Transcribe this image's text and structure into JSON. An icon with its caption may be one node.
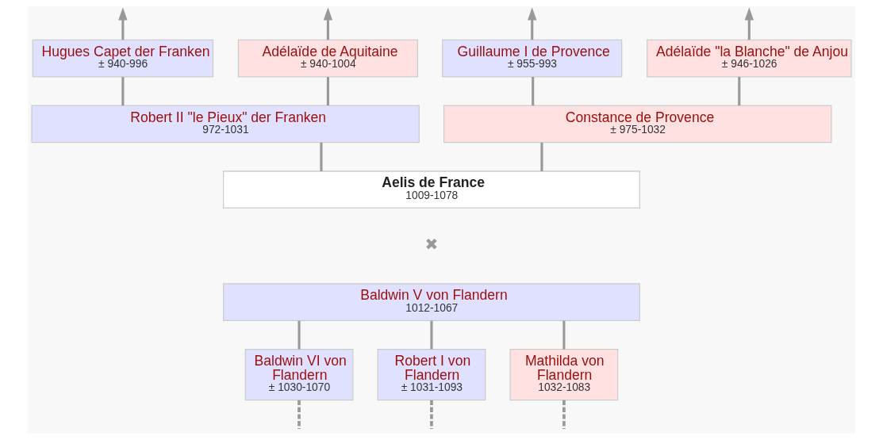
{
  "diagram": {
    "nodes": [
      {
        "text": [
          "Hugues Capet der Franken",
          "± 940-996"
        ]
      },
      {
        "text": [
          "Adélaïde de Aquitaine",
          "± 940-1004"
        ]
      },
      {
        "text": [
          "Guillaume I de Provence",
          "± 955-993"
        ]
      },
      {
        "text": [
          "Adélaïde \"la Blanche\" de Anjou",
          "± 946-1026"
        ]
      },
      {
        "text": [
          "Robert II \"le Pieux\" der Franken",
          "972-1031"
        ]
      },
      {
        "text": [
          "Constance de Provence",
          "± 975-1032"
        ]
      },
      {
        "text": [
          "Aelis de France",
          "1009-1078"
        ]
      },
      {
        "text": [
          "Baldwin V von Flandern",
          "1012-1067"
        ]
      },
      {
        "text": [
          "Baldwin VI von Flandern",
          "± 1030-1070"
        ]
      },
      {
        "text": [
          "Robert I von Flandern",
          "± 1031-1093"
        ]
      },
      {
        "text": [
          "Mathilda von Flandern",
          "1032-1083"
        ]
      }
    ],
    "edges": [
      {
        "from": 0,
        "to": null,
        "arrow": "to"
      },
      {
        "from": 1,
        "to": null,
        "arrow": "to"
      },
      {
        "from": 2,
        "to": null,
        "arrow": "to"
      },
      {
        "from": 3,
        "to": null,
        "arrow": "to"
      },
      {
        "from": 0,
        "to": 4,
        "arrow": "none"
      },
      {
        "from": 1,
        "to": 4,
        "arrow": "none"
      },
      {
        "from": 2,
        "to": 5,
        "arrow": "none"
      },
      {
        "from": 3,
        "to": 5,
        "arrow": "none"
      },
      {
        "from": 4,
        "to": 6,
        "arrow": "none"
      },
      {
        "from": 5,
        "to": 6,
        "arrow": "none"
      },
      {
        "from": 7,
        "to": 8,
        "arrow": "none"
      },
      {
        "from": 7,
        "to": 9,
        "arrow": "none"
      },
      {
        "from": 7,
        "to": 10,
        "arrow": "none"
      },
      {
        "from": 8,
        "to": null,
        "arrow": "none",
        "style": "dashed"
      },
      {
        "from": 9,
        "to": null,
        "arrow": "none",
        "style": "dashed"
      },
      {
        "from": 10,
        "to": null,
        "arrow": "none",
        "style": "dashed"
      }
    ],
    "labels": [
      "✖"
    ]
  }
}
